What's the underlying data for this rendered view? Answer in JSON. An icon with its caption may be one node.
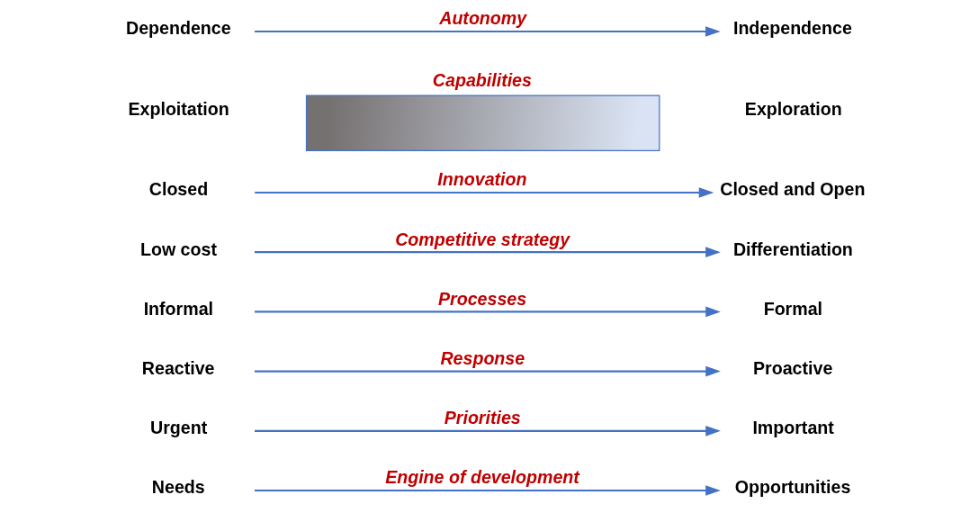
{
  "diagram": {
    "nodes": [
      {
        "text": [
          "Needs"
        ]
      },
      {
        "text": [
          "Opportunities"
        ]
      },
      {
        "text": [
          "Urgent"
        ]
      },
      {
        "text": [
          "Important"
        ]
      },
      {
        "text": [
          "Reactive"
        ]
      },
      {
        "text": [
          "Proactive"
        ]
      },
      {
        "text": [
          "Informal"
        ]
      },
      {
        "text": [
          "Formal"
        ]
      },
      {
        "text": [
          "Low cost"
        ]
      },
      {
        "text": [
          "Differentiation"
        ]
      },
      {
        "text": [
          "Closed"
        ]
      },
      {
        "text": [
          "Closed and Open"
        ]
      },
      {
        "text": [
          "Capabilities"
        ]
      },
      {
        "text": [
          "Exploitation"
        ]
      },
      {
        "text": [
          "Exploration"
        ]
      },
      {
        "text": [
          "Dependence"
        ]
      },
      {
        "text": [
          "Independence"
        ]
      }
    ],
    "edges": [
      {
        "from": 0,
        "to": 1,
        "arrow": "to",
        "label": "Engine of development"
      },
      {
        "from": 2,
        "to": 3,
        "arrow": "to",
        "label": "Priorities"
      },
      {
        "from": 4,
        "to": 5,
        "arrow": "to",
        "label": "Response"
      },
      {
        "from": 6,
        "to": 7,
        "arrow": "to",
        "label": "Processes"
      },
      {
        "from": 8,
        "to": 9,
        "arrow": "to",
        "label": "Competitive strategy"
      },
      {
        "from": 10,
        "to": 11,
        "arrow": "to",
        "label": "Innovation"
      },
      {
        "from": 15,
        "to": 16,
        "arrow": "to",
        "label": "Autonomy"
      }
    ]
  }
}
